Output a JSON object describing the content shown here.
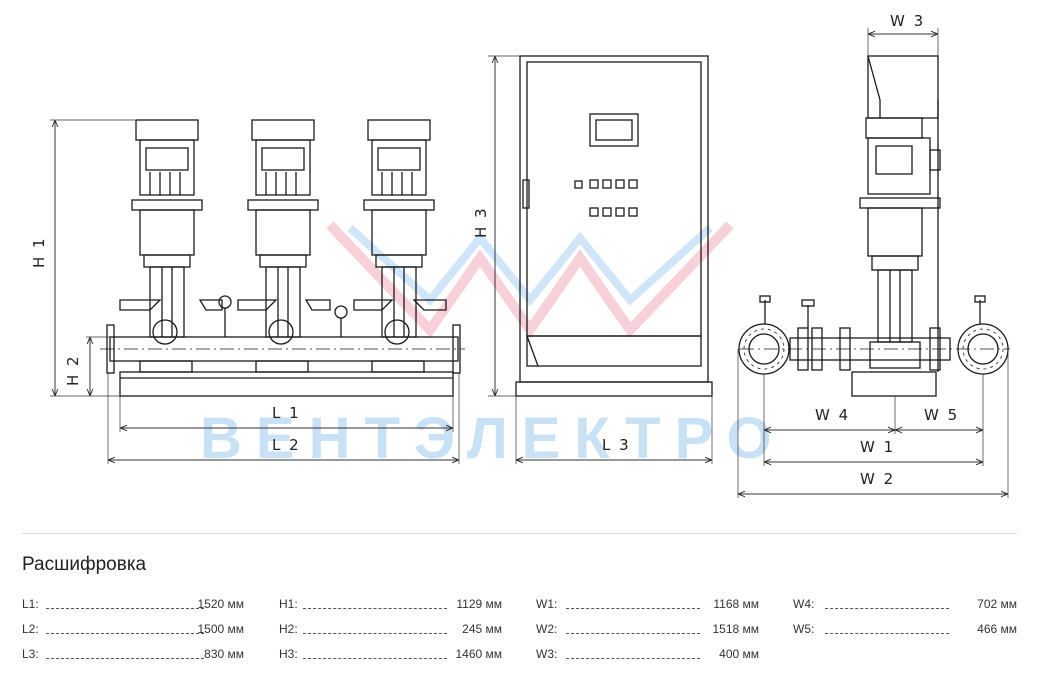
{
  "drawing": {
    "watermark": "ВЕНТЭЛЕКТРО",
    "dimension_labels": {
      "H1": "H 1",
      "H2": "H 2",
      "H3": "H 3",
      "L1": "L 1",
      "L2": "L 2",
      "L3": "L 3",
      "W1": "W 1",
      "W2": "W 2",
      "W3": "W 3",
      "W4": "W 4",
      "W5": "W 5"
    }
  },
  "legend": {
    "title": "Расшифровка",
    "items": [
      {
        "key": "L1:",
        "value": "1520 мм"
      },
      {
        "key": "L2:",
        "value": "1500 мм"
      },
      {
        "key": "L3:",
        "value": "830 мм"
      },
      {
        "key": "H1:",
        "value": "1129 мм"
      },
      {
        "key": "H2:",
        "value": "245 мм"
      },
      {
        "key": "H3:",
        "value": "1460 мм"
      },
      {
        "key": "W1:",
        "value": "1168 мм"
      },
      {
        "key": "W2:",
        "value": "1518 мм"
      },
      {
        "key": "W3:",
        "value": "400 мм"
      },
      {
        "key": "W4:",
        "value": "702 мм"
      },
      {
        "key": "W5:",
        "value": "466 мм"
      }
    ]
  }
}
